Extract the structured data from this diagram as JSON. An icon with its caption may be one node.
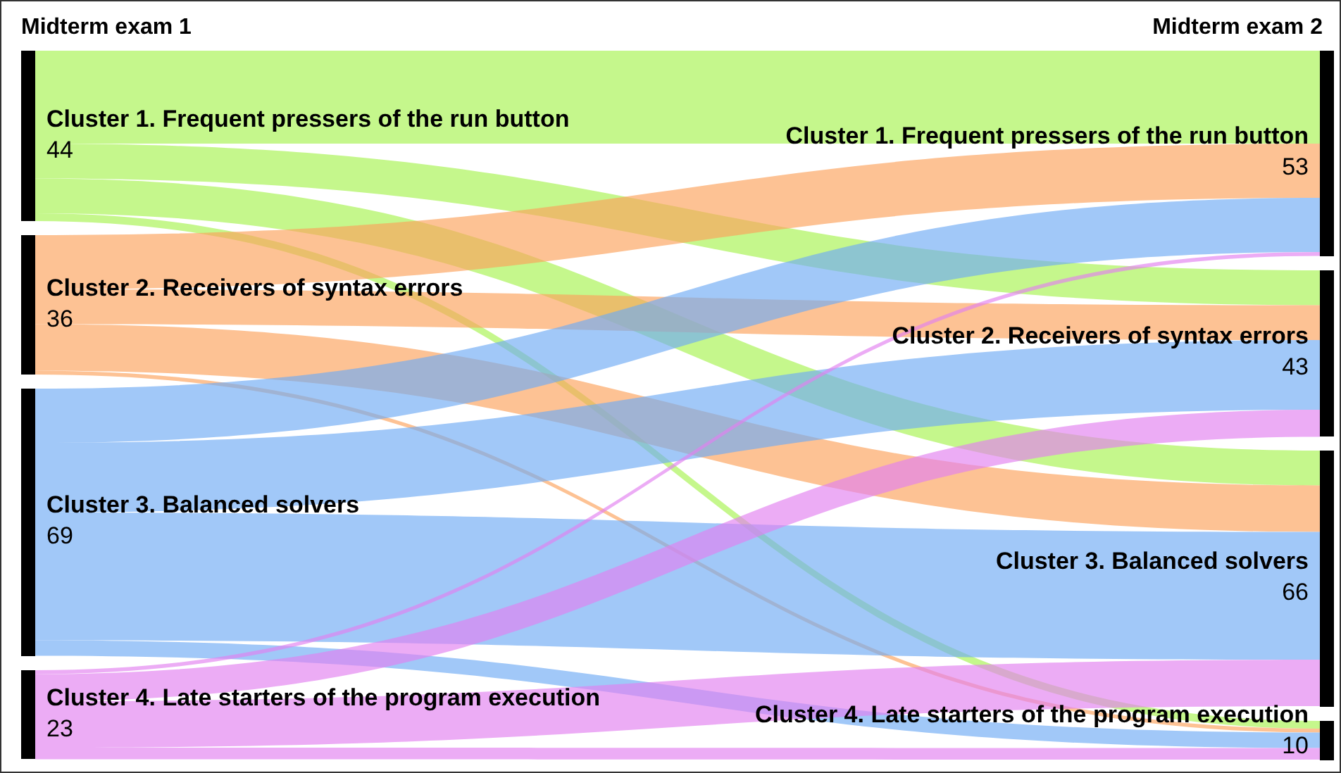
{
  "diagram": {
    "nodes": [
      {
        "text": [
          "Cluster 1. Frequent pressers of the run button",
          "44"
        ]
      },
      {
        "text": [
          "Cluster 2. Receivers of syntax errors",
          "36"
        ]
      },
      {
        "text": [
          "Cluster 3. Balanced solvers",
          "69"
        ]
      },
      {
        "text": [
          "Cluster 4. Late starters of the program execution",
          "23"
        ]
      },
      {
        "text": [
          "Cluster 1. Frequent pressers of the run button",
          "53"
        ]
      },
      {
        "text": [
          "Cluster 2. Receivers of syntax errors",
          "43"
        ]
      },
      {
        "text": [
          "Cluster 3. Balanced solvers",
          "66"
        ]
      },
      {
        "text": [
          "Cluster 4. Late starters of the program execution",
          "10"
        ]
      }
    ],
    "edges": [
      {
        "from": 0,
        "to": 4,
        "arrow": "none",
        "color": "#a6f24f"
      },
      {
        "from": 0,
        "to": 5,
        "arrow": "none",
        "color": "#a6f24f"
      },
      {
        "from": 0,
        "to": 6,
        "arrow": "none",
        "color": "#a6f24f"
      },
      {
        "from": 0,
        "to": 7,
        "arrow": "none",
        "color": "#a6f24f"
      },
      {
        "from": 1,
        "to": 4,
        "arrow": "none",
        "color": "#fca15a"
      },
      {
        "from": 1,
        "to": 5,
        "arrow": "none",
        "color": "#fca15a"
      },
      {
        "from": 1,
        "to": 6,
        "arrow": "none",
        "color": "#fca15a"
      },
      {
        "from": 1,
        "to": 7,
        "arrow": "none",
        "color": "#fca15a"
      },
      {
        "from": 2,
        "to": 4,
        "arrow": "none",
        "color": "#6eaaf5"
      },
      {
        "from": 2,
        "to": 5,
        "arrow": "none",
        "color": "#6eaaf5"
      },
      {
        "from": 2,
        "to": 6,
        "arrow": "none",
        "color": "#6eaaf5"
      },
      {
        "from": 2,
        "to": 7,
        "arrow": "none",
        "color": "#6eaaf5"
      },
      {
        "from": 3,
        "to": 4,
        "arrow": "none",
        "color": "#e27ff0"
      },
      {
        "from": 3,
        "to": 5,
        "arrow": "none",
        "color": "#e27ff0"
      },
      {
        "from": 3,
        "to": 6,
        "arrow": "none",
        "color": "#e27ff0"
      },
      {
        "from": 3,
        "to": 7,
        "arrow": "none",
        "color": "#e27ff0"
      }
    ],
    "labels": [
      "Midterm exam 1",
      "Midterm exam 2"
    ]
  }
}
